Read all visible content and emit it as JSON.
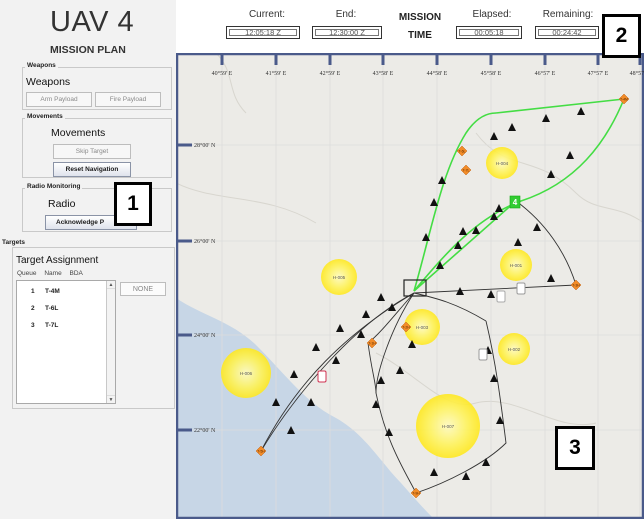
{
  "app": {
    "title": "UAV 4",
    "subtitle": "MISSION PLAN"
  },
  "weapons": {
    "caption": "Weapons",
    "heading": "Weapons",
    "arm_payload": "Arm Payload",
    "fire_payload": "Fire Payload"
  },
  "movements": {
    "caption": "Movements",
    "heading": "Movements",
    "skip_target": "Skip Target",
    "reset_navigation": "Reset Navigation"
  },
  "radio": {
    "caption": "Radio Monitoring",
    "heading": "Radio",
    "acknowledge": "Acknowledge P"
  },
  "targets": {
    "caption": "Targets",
    "title": "Target Assignment",
    "columns": [
      "Queue",
      "Name",
      "BDA"
    ],
    "rows": [
      {
        "queue": "1",
        "name": "T-4M"
      },
      {
        "queue": "2",
        "name": "T-6L"
      },
      {
        "queue": "3",
        "name": "T-7L"
      }
    ],
    "none_button": "NONE"
  },
  "mission_time": {
    "label_line1": "MISSION",
    "label_line2": "TIME",
    "current_label": "Current:",
    "current_value": "12:05:18 Z",
    "end_label": "End:",
    "end_value": "12:30:00 Z",
    "elapsed_label": "Elapsed:",
    "elapsed_value": "00:05:18",
    "remaining_label": "Remaining:",
    "remaining_value": "00:24:42"
  },
  "callouts": [
    "1",
    "2",
    "3"
  ],
  "map": {
    "longitude_labels": [
      "40°59' E",
      "41°59' E",
      "42°59' E",
      "43°58' E",
      "44°58' E",
      "45°58' E",
      "46°57' E",
      "47°57' E",
      "48°57' E"
    ],
    "latitude_labels": [
      "28°00' N",
      "26°00' N",
      "24°00' N",
      "22°00' N"
    ],
    "hazards": [
      "H-004",
      "H-005",
      "H-001",
      "H-003",
      "H-002",
      "H-006",
      "H-007"
    ],
    "target_markers": [
      "T-4M",
      "T-6L",
      "T-7L",
      "T-3H",
      "T-1H",
      "T-5H",
      "T-9H",
      "T-2H"
    ],
    "uav_label": "4",
    "colors": {
      "land": "#ecebe7",
      "water": "#c7d6e6",
      "hazard": "#fff35a",
      "active_route": "#44dd44",
      "route": "#333333",
      "target": "#f28c28",
      "frame": "#4a5a8a"
    }
  }
}
